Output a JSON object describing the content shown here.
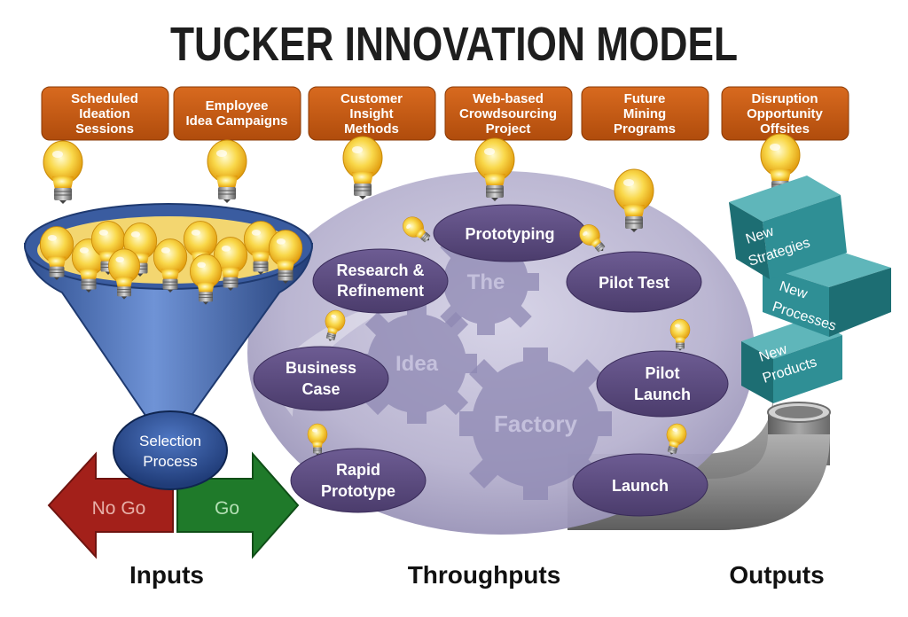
{
  "title": "TUCKER INNOVATION MODEL",
  "inputs": [
    {
      "line1": "Scheduled",
      "line2": "Ideation",
      "line3": "Sessions"
    },
    {
      "line1": "Employee",
      "line2": "Idea Campaigns",
      "line3": ""
    },
    {
      "line1": "Customer",
      "line2": "Insight",
      "line3": "Methods"
    },
    {
      "line1": "Web-based",
      "line2": "Crowdsourcing",
      "line3": "Project"
    },
    {
      "line1": "Future",
      "line2": "Mining",
      "line3": "Programs"
    },
    {
      "line1": "Disruption",
      "line2": "Opportunity",
      "line3": "Offsites"
    }
  ],
  "factory": {
    "gear1": "The",
    "gear2": "Idea",
    "gear3": "Factory"
  },
  "stages": {
    "prototyping": "Prototyping",
    "research_1": "Research &",
    "research_2": "Refinement",
    "pilot_test": "Pilot Test",
    "business_1": "Business",
    "business_2": "Case",
    "pilot_launch_1": "Pilot",
    "pilot_launch_2": "Launch",
    "rapid_1": "Rapid",
    "rapid_2": "Prototype",
    "launch": "Launch"
  },
  "selection": {
    "line1": "Selection",
    "line2": "Process"
  },
  "decision": {
    "no_go": "No Go",
    "go": "Go"
  },
  "outputs": {
    "strategies_1": "New",
    "strategies_2": "Strategies",
    "processes_1": "New",
    "processes_2": "Processes",
    "products_1": "New",
    "products_2": "Products"
  },
  "sections": {
    "inputs": "Inputs",
    "throughputs": "Throughputs",
    "outputs": "Outputs"
  },
  "colors": {
    "input_box": "#c0560f",
    "stage": "#5b4a7e",
    "funnel": "#3d62a8",
    "no_go": "#a3201a",
    "go": "#1f7a2a",
    "cube": "#2f8f95",
    "bulb": "#f7c21c"
  }
}
